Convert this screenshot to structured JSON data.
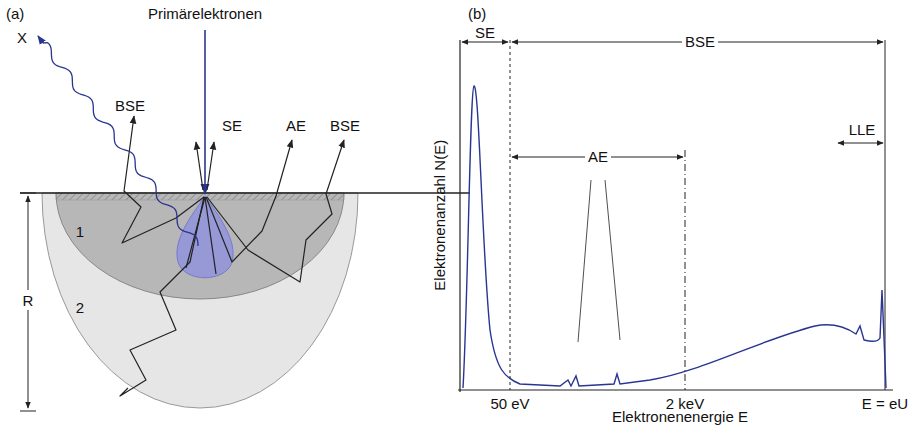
{
  "diagram": {
    "labels": [
      "(a)",
      "Primärelektronen",
      "X",
      "BSE",
      "SE",
      "AE",
      "BSE",
      "1",
      "R",
      "2",
      "(b)",
      "SE",
      "BSE",
      "LLE",
      "AE",
      "Elektronenanzahl N(E)",
      "50 eV",
      "2 keV",
      "E = eU",
      "Elektronenenergie E"
    ]
  }
}
